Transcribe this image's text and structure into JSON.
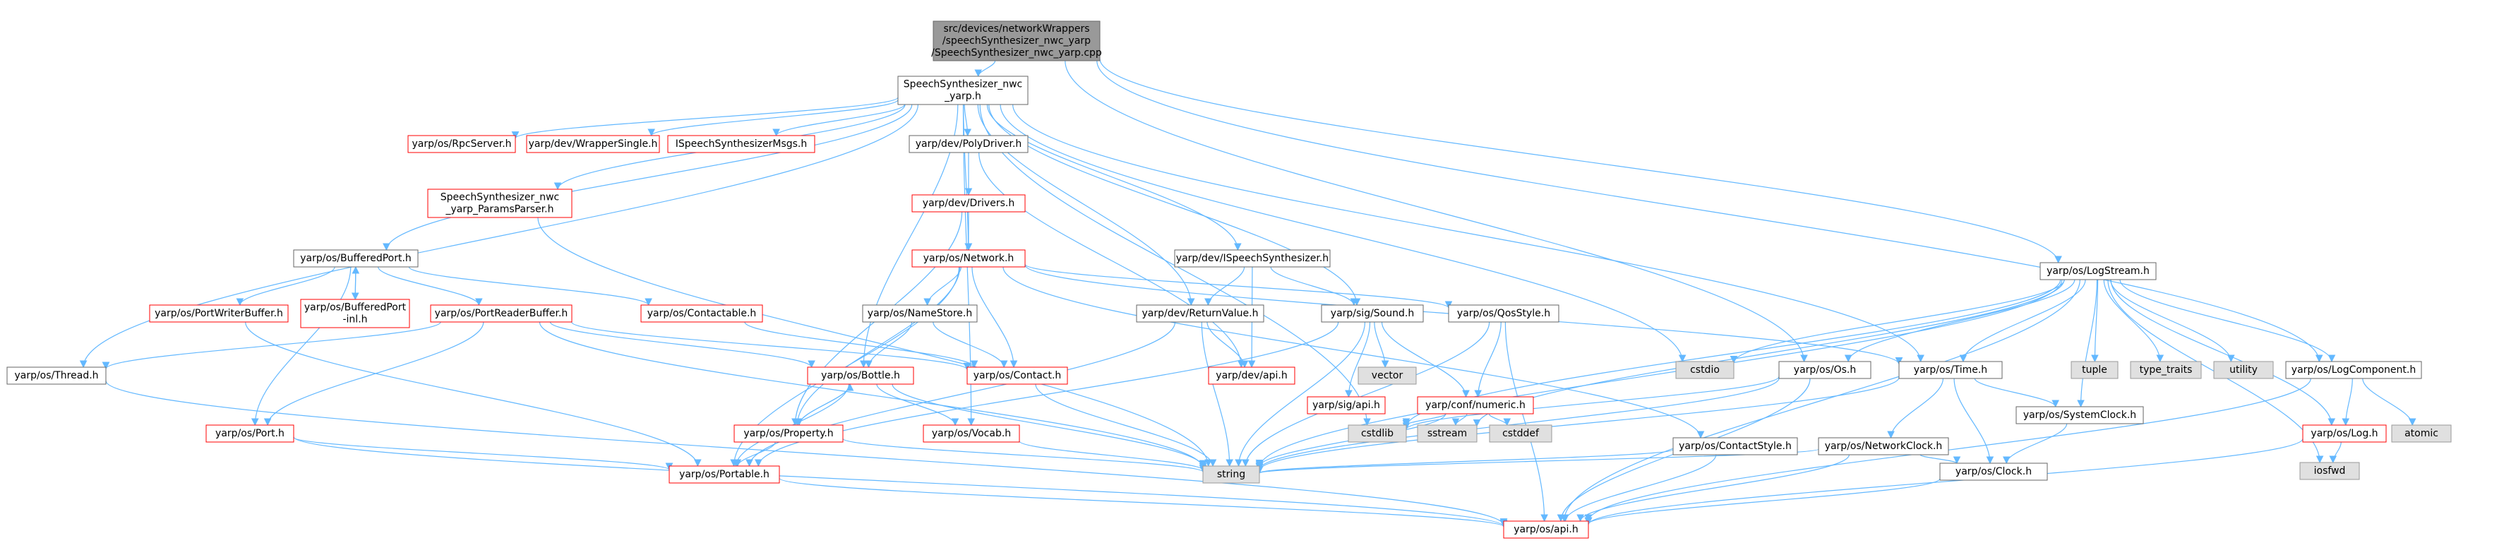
{
  "colors": {
    "edge": "#63b8ff",
    "root_fill": "#999999",
    "root_stroke": "#666666",
    "black_stroke": "#666666",
    "red_stroke": "#ff0000",
    "gray_fill": "#e0e0e0",
    "gray_stroke": "#999999",
    "white_fill": "#ffffff",
    "text": "#000000"
  },
  "nodes": [
    {
      "id": "root",
      "label": "src/devices/networkWrappers\n/speechSynthesizer_nwc_yarp\n/SpeechSynthesizer_nwc_yarp.cpp",
      "style": "root"
    },
    {
      "id": "ss_nwc_h",
      "label": "SpeechSynthesizer_nwc\n_yarp.h",
      "style": "black"
    },
    {
      "id": "rpcserver",
      "label": "yarp/os/RpcServer.h",
      "style": "red"
    },
    {
      "id": "wrappersingle",
      "label": "yarp/dev/WrapperSingle.h",
      "style": "red"
    },
    {
      "id": "isynthmsgs",
      "label": "ISpeechSynthesizerMsgs.h",
      "style": "red"
    },
    {
      "id": "polydriver",
      "label": "yarp/dev/PolyDriver.h",
      "style": "black"
    },
    {
      "id": "paramsparser",
      "label": "SpeechSynthesizer_nwc\n_yarp_ParamsParser.h",
      "style": "red"
    },
    {
      "id": "drivers",
      "label": "yarp/dev/Drivers.h",
      "style": "red"
    },
    {
      "id": "bufferedport",
      "label": "yarp/os/BufferedPort.h",
      "style": "black"
    },
    {
      "id": "network",
      "label": "yarp/os/Network.h",
      "style": "red"
    },
    {
      "id": "ispeechsynth",
      "label": "yarp/dev/ISpeechSynthesizer.h",
      "style": "black"
    },
    {
      "id": "portwriterbuffer",
      "label": "yarp/os/PortWriterBuffer.h",
      "style": "red"
    },
    {
      "id": "bufferedportinl",
      "label": "yarp/os/BufferedPort\n-inl.h",
      "style": "red"
    },
    {
      "id": "portreaderbuffer",
      "label": "yarp/os/PortReaderBuffer.h",
      "style": "red"
    },
    {
      "id": "contactable",
      "label": "yarp/os/Contactable.h",
      "style": "red"
    },
    {
      "id": "namestore",
      "label": "yarp/os/NameStore.h",
      "style": "black"
    },
    {
      "id": "returnvalue",
      "label": "yarp/dev/ReturnValue.h",
      "style": "black"
    },
    {
      "id": "sound",
      "label": "yarp/sig/Sound.h",
      "style": "black"
    },
    {
      "id": "qosstyle",
      "label": "yarp/os/QosStyle.h",
      "style": "black"
    },
    {
      "id": "thread",
      "label": "yarp/os/Thread.h",
      "style": "black"
    },
    {
      "id": "bottle",
      "label": "yarp/os/Bottle.h",
      "style": "red"
    },
    {
      "id": "contact",
      "label": "yarp/os/Contact.h",
      "style": "red"
    },
    {
      "id": "devapi",
      "label": "yarp/dev/api.h",
      "style": "red"
    },
    {
      "id": "vector",
      "label": "vector",
      "style": "gray"
    },
    {
      "id": "sigapi",
      "label": "yarp/sig/api.h",
      "style": "red"
    },
    {
      "id": "confnumeric",
      "label": "yarp/conf/numeric.h",
      "style": "red"
    },
    {
      "id": "cstdio",
      "label": "cstdio",
      "style": "gray"
    },
    {
      "id": "port",
      "label": "yarp/os/Port.h",
      "style": "red"
    },
    {
      "id": "property",
      "label": "yarp/os/Property.h",
      "style": "red"
    },
    {
      "id": "vocab",
      "label": "yarp/os/Vocab.h",
      "style": "red"
    },
    {
      "id": "portable",
      "label": "yarp/os/Portable.h",
      "style": "red"
    },
    {
      "id": "string",
      "label": "string",
      "style": "gray"
    },
    {
      "id": "cstdlib",
      "label": "cstdlib",
      "style": "gray"
    },
    {
      "id": "sstream",
      "label": "sstream",
      "style": "gray"
    },
    {
      "id": "cstddef",
      "label": "cstddef",
      "style": "gray"
    },
    {
      "id": "contactstyle",
      "label": "yarp/os/ContactStyle.h",
      "style": "black"
    },
    {
      "id": "osapi",
      "label": "yarp/os/api.h",
      "style": "red"
    },
    {
      "id": "logstream",
      "label": "yarp/os/LogStream.h",
      "style": "black"
    },
    {
      "id": "os",
      "label": "yarp/os/Os.h",
      "style": "black"
    },
    {
      "id": "time",
      "label": "yarp/os/Time.h",
      "style": "black"
    },
    {
      "id": "networkclock",
      "label": "yarp/os/NetworkClock.h",
      "style": "black"
    },
    {
      "id": "systemclock",
      "label": "yarp/os/SystemClock.h",
      "style": "black"
    },
    {
      "id": "clock",
      "label": "yarp/os/Clock.h",
      "style": "black"
    },
    {
      "id": "tuple",
      "label": "tuple",
      "style": "gray"
    },
    {
      "id": "typetraits",
      "label": "type_traits",
      "style": "gray"
    },
    {
      "id": "utility",
      "label": "utility",
      "style": "gray"
    },
    {
      "id": "logcomponent",
      "label": "yarp/os/LogComponent.h",
      "style": "black"
    },
    {
      "id": "log",
      "label": "yarp/os/Log.h",
      "style": "red"
    },
    {
      "id": "atomic",
      "label": "atomic",
      "style": "gray"
    },
    {
      "id": "iosfwd",
      "label": "iosfwd",
      "style": "gray"
    }
  ],
  "edges": [
    [
      "root",
      "ss_nwc_h"
    ],
    [
      "root",
      "os"
    ],
    [
      "root",
      "logstream"
    ],
    [
      "root",
      "logcomponent"
    ],
    [
      "ss_nwc_h",
      "rpcserver"
    ],
    [
      "ss_nwc_h",
      "wrappersingle"
    ],
    [
      "ss_nwc_h",
      "isynthmsgs"
    ],
    [
      "ss_nwc_h",
      "polydriver"
    ],
    [
      "ss_nwc_h",
      "paramsparser"
    ],
    [
      "ss_nwc_h",
      "bufferedport"
    ],
    [
      "ss_nwc_h",
      "network"
    ],
    [
      "ss_nwc_h",
      "ispeechsynth"
    ],
    [
      "ss_nwc_h",
      "returnvalue"
    ],
    [
      "ss_nwc_h",
      "sound"
    ],
    [
      "ss_nwc_h",
      "thread"
    ],
    [
      "ss_nwc_h",
      "bottle"
    ],
    [
      "ss_nwc_h",
      "vocab"
    ],
    [
      "ss_nwc_h",
      "cstdio"
    ],
    [
      "ss_nwc_h",
      "time"
    ],
    [
      "ss_nwc_h",
      "cstdlib"
    ],
    [
      "polydriver",
      "drivers"
    ],
    [
      "polydriver",
      "devapi"
    ],
    [
      "drivers",
      "network"
    ],
    [
      "drivers",
      "property"
    ],
    [
      "paramsparser",
      "string"
    ],
    [
      "bufferedport",
      "portwriterbuffer"
    ],
    [
      "bufferedport",
      "bufferedportinl"
    ],
    [
      "bufferedport",
      "portreaderbuffer"
    ],
    [
      "bufferedport",
      "contactable"
    ],
    [
      "bufferedport",
      "port"
    ],
    [
      "bufferedportinl",
      "bufferedport"
    ],
    [
      "portwriterbuffer",
      "portable"
    ],
    [
      "portreaderbuffer",
      "thread"
    ],
    [
      "portreaderbuffer",
      "port"
    ],
    [
      "portreaderbuffer",
      "bottle"
    ],
    [
      "portreaderbuffer",
      "string"
    ],
    [
      "portreaderbuffer",
      "contact"
    ],
    [
      "contactable",
      "contact"
    ],
    [
      "network",
      "namestore"
    ],
    [
      "network",
      "contact"
    ],
    [
      "network",
      "property"
    ],
    [
      "network",
      "portable"
    ],
    [
      "network",
      "qosstyle"
    ],
    [
      "network",
      "time"
    ],
    [
      "network",
      "contactstyle"
    ],
    [
      "namestore",
      "contact"
    ],
    [
      "namestore",
      "bottle"
    ],
    [
      "ispeechsynth",
      "returnvalue"
    ],
    [
      "ispeechsynth",
      "sound"
    ],
    [
      "ispeechsynth",
      "devapi"
    ],
    [
      "returnvalue",
      "devapi"
    ],
    [
      "returnvalue",
      "string"
    ],
    [
      "returnvalue",
      "portable"
    ],
    [
      "sound",
      "vector"
    ],
    [
      "sound",
      "sigapi"
    ],
    [
      "sound",
      "confnumeric"
    ],
    [
      "sound",
      "string"
    ],
    [
      "sound",
      "portable"
    ],
    [
      "qosstyle",
      "confnumeric"
    ],
    [
      "qosstyle",
      "string"
    ],
    [
      "qosstyle",
      "osapi"
    ],
    [
      "thread",
      "osapi"
    ],
    [
      "bottle",
      "property"
    ],
    [
      "bottle",
      "vocab"
    ],
    [
      "bottle",
      "portable"
    ],
    [
      "bottle",
      "string"
    ],
    [
      "contact",
      "string"
    ],
    [
      "confnumeric",
      "cstddef"
    ],
    [
      "confnumeric",
      "sstream"
    ],
    [
      "confnumeric",
      "cstdlib"
    ],
    [
      "confnumeric",
      "string"
    ],
    [
      "port",
      "portable"
    ],
    [
      "port",
      "osapi"
    ],
    [
      "property",
      "bottle"
    ],
    [
      "property",
      "portable"
    ],
    [
      "property",
      "string"
    ],
    [
      "vocab",
      "string"
    ],
    [
      "portable",
      "osapi"
    ],
    [
      "contactstyle",
      "string"
    ],
    [
      "contactstyle",
      "osapi"
    ],
    [
      "logstream",
      "os"
    ],
    [
      "logstream",
      "time"
    ],
    [
      "logstream",
      "cstdio"
    ],
    [
      "logstream",
      "tuple"
    ],
    [
      "logstream",
      "typetraits"
    ],
    [
      "logstream",
      "utility"
    ],
    [
      "logstream",
      "logcomponent"
    ],
    [
      "logstream",
      "log"
    ],
    [
      "logstream",
      "iosfwd"
    ],
    [
      "logstream",
      "string"
    ],
    [
      "logstream",
      "sstream"
    ],
    [
      "logstream",
      "systemclock"
    ],
    [
      "logstream",
      "osapi"
    ],
    [
      "logstream",
      "cstdlib"
    ],
    [
      "os",
      "cstdlib"
    ],
    [
      "os",
      "string"
    ],
    [
      "os",
      "osapi"
    ],
    [
      "time",
      "networkclock"
    ],
    [
      "time",
      "systemclock"
    ],
    [
      "time",
      "clock"
    ],
    [
      "time",
      "string"
    ],
    [
      "networkclock",
      "clock"
    ],
    [
      "networkclock",
      "string"
    ],
    [
      "networkclock",
      "osapi"
    ],
    [
      "systemclock",
      "clock"
    ],
    [
      "clock",
      "osapi"
    ],
    [
      "logcomponent",
      "log"
    ],
    [
      "logcomponent",
      "atomic"
    ],
    [
      "logcomponent",
      "osapi"
    ],
    [
      "log",
      "iosfwd"
    ],
    [
      "log",
      "osapi"
    ]
  ]
}
